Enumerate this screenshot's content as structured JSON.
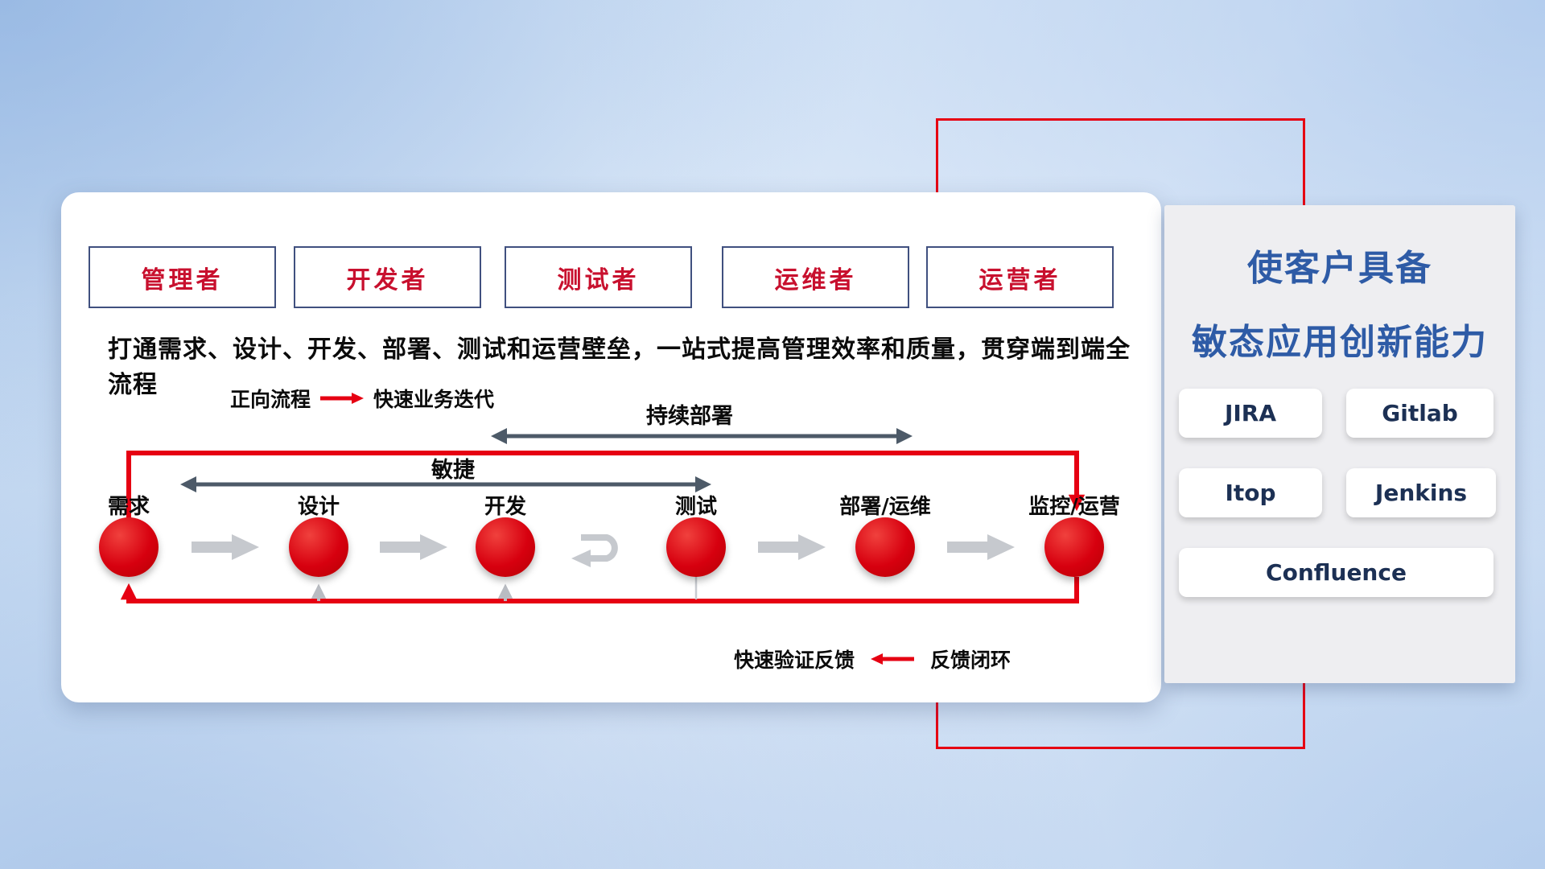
{
  "roles": [
    "管理者",
    "开发者",
    "测试者",
    "运维者",
    "运营者"
  ],
  "description": "打通需求、设计、开发、部署、测试和运营壁垒，一站式提高管理效率和质量，贯穿端到端全流程",
  "forward_legend": {
    "label": "正向流程",
    "value": "快速业务迭代"
  },
  "feedback_legend": {
    "label": "快速验证反馈",
    "value": "反馈闭环"
  },
  "span_labels": {
    "continuous_deployment": "持续部署",
    "agile": "敏捷"
  },
  "nodes": [
    "需求",
    "设计",
    "开发",
    "测试",
    "部署/运维",
    "监控/运营"
  ],
  "side_panel": {
    "title_line1": "使客户具备",
    "title_line2": "敏态应用创新能力",
    "tools": [
      "JIRA",
      "Gitlab",
      "Itop",
      "Jenkins",
      "Confluence"
    ]
  },
  "colors": {
    "accent_red": "#e60012",
    "role_text_red": "#c8102e",
    "role_border_navy": "#40507f",
    "panel_title_blue": "#2e5ba6",
    "tool_text_navy": "#1c3054",
    "dark_arrow": "#4d5a68",
    "gray_arrow": "#c6c9ce"
  }
}
